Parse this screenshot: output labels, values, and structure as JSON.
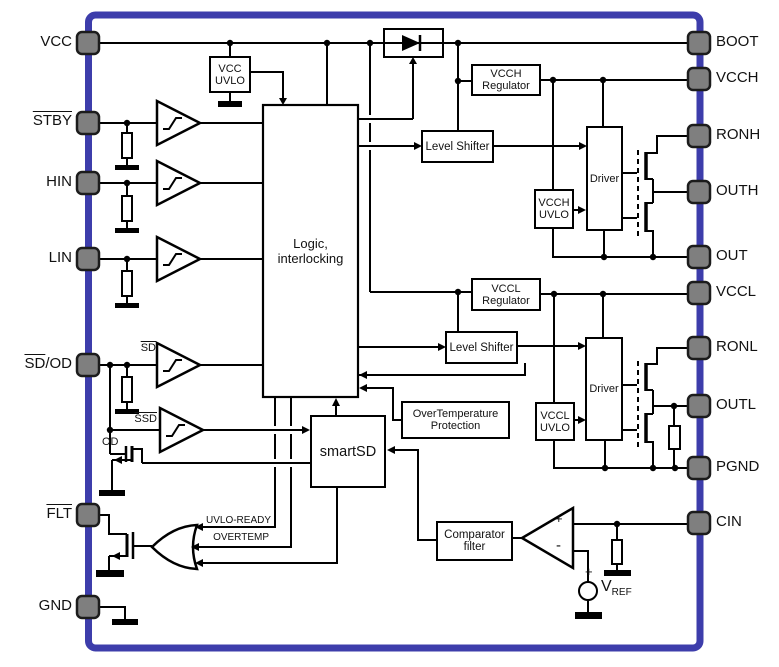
{
  "pins": {
    "left": [
      {
        "label": "VCC"
      },
      {
        "label": "STBY"
      },
      {
        "label": "HIN"
      },
      {
        "label": "LIN"
      },
      {
        "label": "SD/OD"
      },
      {
        "label": "FLT"
      },
      {
        "label": "GND"
      }
    ],
    "left_sdod": {
      "over_part": "SD",
      "rest_part": "/OD"
    },
    "right": [
      {
        "label": "BOOT"
      },
      {
        "label": "VCCH"
      },
      {
        "label": "RONH"
      },
      {
        "label": "OUTH"
      },
      {
        "label": "OUT"
      },
      {
        "label": "VCCL"
      },
      {
        "label": "RONL"
      },
      {
        "label": "OUTL"
      },
      {
        "label": "PGND"
      },
      {
        "label": "CIN"
      }
    ]
  },
  "blocks": {
    "vcc_uvlo": {
      "line1": "VCC",
      "line2": "UVLO"
    },
    "logic": {
      "line1": "Logic,",
      "line2": "interlocking"
    },
    "vcch_regulator": {
      "line1": "VCCH",
      "line2": "Regulator"
    },
    "vccl_regulator": {
      "line1": "VCCL",
      "line2": "Regulator"
    },
    "level_shifter_high": {
      "label": "Level Shifter"
    },
    "level_shifter_low": {
      "label": "Level Shifter"
    },
    "vcch_uvlo": {
      "line1": "VCCH",
      "line2": "UVLO"
    },
    "vccl_uvlo": {
      "line1": "VCCL",
      "line2": "UVLO"
    },
    "driver_high": {
      "label": "Driver"
    },
    "driver_low": {
      "label": "Driver"
    },
    "overtemp_protection": {
      "line1": "OverTemperature",
      "line2": "Protection"
    },
    "smartsd": {
      "label": "smartSD"
    },
    "comparator_filter": {
      "line1": "Comparator",
      "line2": "filter"
    }
  },
  "signals": {
    "sd": "SD",
    "ssd": "SSD",
    "od": "OD",
    "uvlo_ready": "UVLO-READY",
    "overtemp": "OVERTEMP",
    "comp_plus": "+",
    "comp_minus": "-",
    "vref_plus": "+",
    "vref_base": "V",
    "vref_sub": "REF"
  },
  "colors": {
    "ic_border": "#3d3dab",
    "pin_fill": "#7f7f7f",
    "pin_stroke": "#1c1c1c",
    "wire": "#000000",
    "background": "#ffffff"
  }
}
